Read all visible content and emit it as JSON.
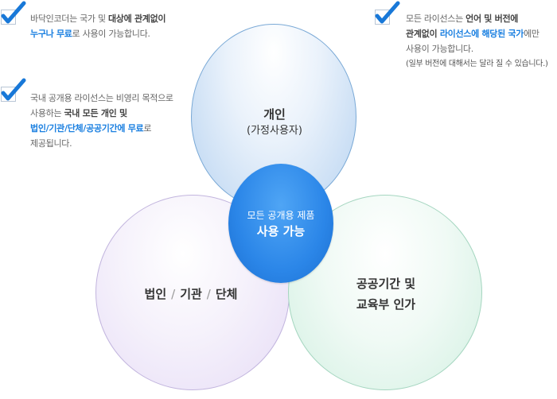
{
  "notes": {
    "free_for_all": {
      "line1_pre": "바닥인코더는 국가 및 ",
      "line1_bold": "대상에 관계없이",
      "line2_blue": "누구나 무료",
      "line2_post": "로 사용이 가능합니다."
    },
    "public_license": {
      "line1": "국내 공개용 라이선스는 비영리 목적으로",
      "line2_pre": "사용하는 ",
      "line2_bold": "국내 모든 개인 및",
      "line3_blue": "법인/기관/단체/공공기간에 무료",
      "line3_post": "로",
      "line4": "제공됩니다."
    },
    "all_licenses": {
      "line1_pre": "모든 라이선스는 ",
      "line1_bold": "언어 및 버전에",
      "line2_bold": "관계없이 ",
      "line2_blue": "라이선스에 해당된 국가",
      "line2_post": "에만",
      "line3": "사용이 가능합니다.",
      "line4": "(일부 버전에 대해서는 달라 질 수 있습니다.)"
    }
  },
  "circles": {
    "personal": {
      "title": "개인",
      "subtitle": "(가정사용자)"
    },
    "corporate": {
      "part1": "법인",
      "sep": "/",
      "part2": "기관",
      "part3": "단체"
    },
    "public": {
      "line1": "공공기간 및",
      "line2": "교육부 인가"
    },
    "center": {
      "line1": "모든 공개용 제품",
      "line2": "사용 가능"
    }
  },
  "colors": {
    "accent": "#1a7fe0",
    "check": "#1878d8",
    "center_fill": "#2b86e8"
  }
}
